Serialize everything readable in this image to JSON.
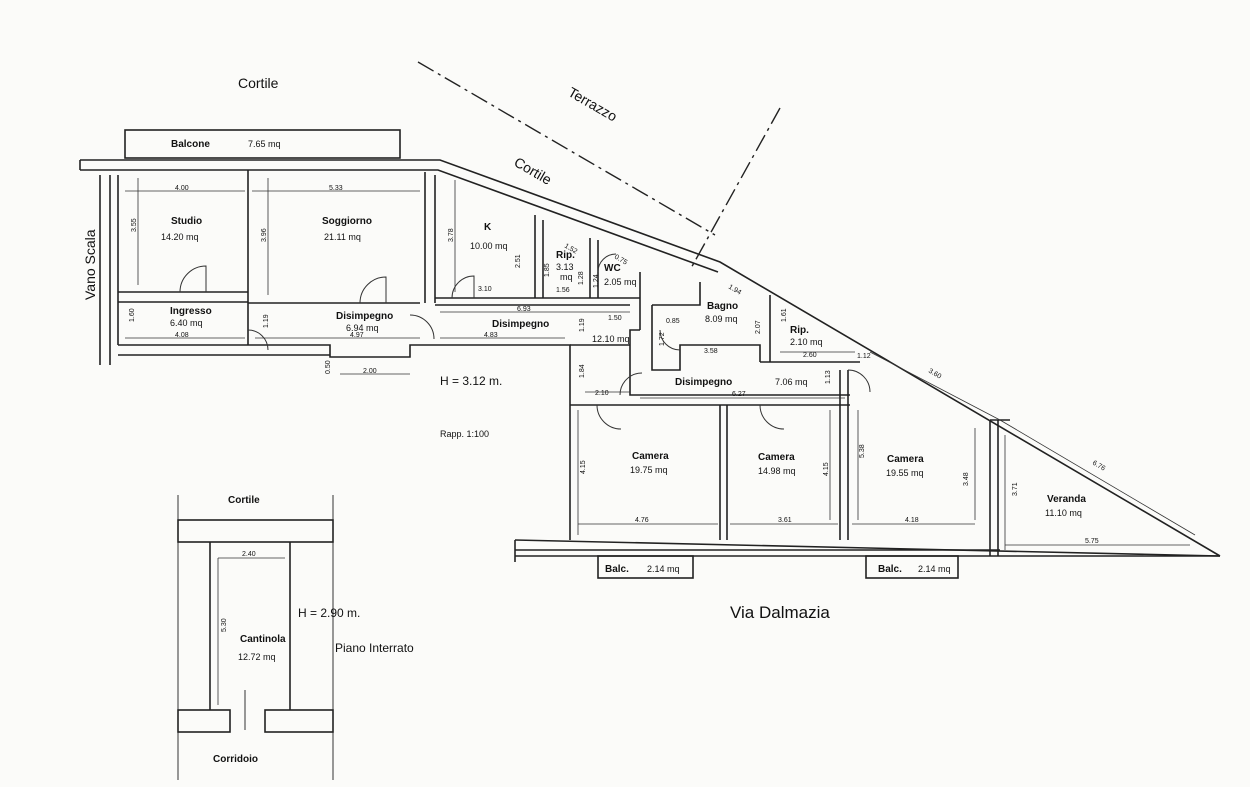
{
  "labels": {
    "cortile_top": "Cortile",
    "terrazzo": "Terrazzo",
    "cortile_diag": "Cortile",
    "vano_scala": "Vano Scala",
    "via_dalmazia": "Via Dalmazia",
    "height_main": "H = 3.12 m.",
    "scale": "Rapp. 1:100",
    "height_basement": "H = 2.90 m.",
    "piano_interrato": "Piano Interrato",
    "cortile_basement": "Cortile",
    "corridoio": "Corridoio"
  },
  "rooms": {
    "balcone": {
      "name": "Balcone",
      "area": "7.65 mq"
    },
    "studio": {
      "name": "Studio",
      "area": "14.20 mq"
    },
    "soggiorno": {
      "name": "Soggiorno",
      "area": "21.11 mq"
    },
    "k": {
      "name": "K",
      "area": "10.00 mq"
    },
    "rip1": {
      "name": "Rip.",
      "area1": "3.13",
      "area2": "mq"
    },
    "wc": {
      "name": "WC",
      "area": "2.05 mq"
    },
    "ingresso": {
      "name": "Ingresso",
      "area": "6.40 mq"
    },
    "disimpegno1": {
      "name": "Disimpegno",
      "area": "6.94 mq"
    },
    "disimpegno2": {
      "name": "Disimpegno",
      "area": "12.10 mq"
    },
    "bagno": {
      "name": "Bagno",
      "area": "8.09 mq"
    },
    "rip2": {
      "name": "Rip.",
      "area": "2.10 mq"
    },
    "disimpegno3": {
      "name": "Disimpegno",
      "area": "7.06 mq"
    },
    "camera1": {
      "name": "Camera",
      "area": "19.75 mq"
    },
    "camera2": {
      "name": "Camera",
      "area": "14.98 mq"
    },
    "camera3": {
      "name": "Camera",
      "area": "19.55 mq"
    },
    "veranda": {
      "name": "Veranda",
      "area": "11.10 mq"
    },
    "balc1": {
      "name": "Balc.",
      "area": "2.14 mq"
    },
    "balc2": {
      "name": "Balc.",
      "area": "2.14 mq"
    },
    "cantinola": {
      "name": "Cantinola",
      "area": "12.72 mq"
    }
  },
  "dimensions": {
    "studio_w": "4.00",
    "soggiorno_w": "5.33",
    "studio_h": "3.55",
    "soggiorno_h": "3.96",
    "k_h": "3.78",
    "k_w": "3.10",
    "rip_h": "2.51",
    "rip_w": "1.52",
    "rip_h2": "1.85",
    "wc_h": "1.28",
    "wc_w1": "1.56",
    "wc_w2": "1.24",
    "wc_w3": "0.75",
    "wc_w4": "1.50",
    "ingresso_h": "1.60",
    "ingresso_w": "4.08",
    "ingresso_gap": "1.19",
    "dis1_w": "4.97",
    "dis2_w": "4.83",
    "dis_top": "6.93",
    "dis2_h": "1.19",
    "step_h": "0.50",
    "step_w": "2.00",
    "bagno_w": "1.94",
    "bagno_h": "2.07",
    "bagno_w2": "3.58",
    "bagno_085": "0.85",
    "bagno_172": "1.72",
    "rip2_h": "1.61",
    "rip2_w": "2.60",
    "rip2_w2": "1.12",
    "dis3_h": "1.84",
    "dis3_w": "2.10",
    "dis3_w2": "6.27",
    "dis3_h2": "1.13",
    "cam1_h": "4.15",
    "cam1_w": "4.76",
    "cam2_w": "3.61",
    "cam2_h": "4.15",
    "cam3_h": "5.38",
    "cam3_w": "4.18",
    "cam3_h2": "3.48",
    "ver_h": "3.71",
    "ver_w": "5.75",
    "ver_diag1": "3.60",
    "ver_diag2": "6.76",
    "cant_w": "2.40",
    "cant_h": "5.30"
  }
}
